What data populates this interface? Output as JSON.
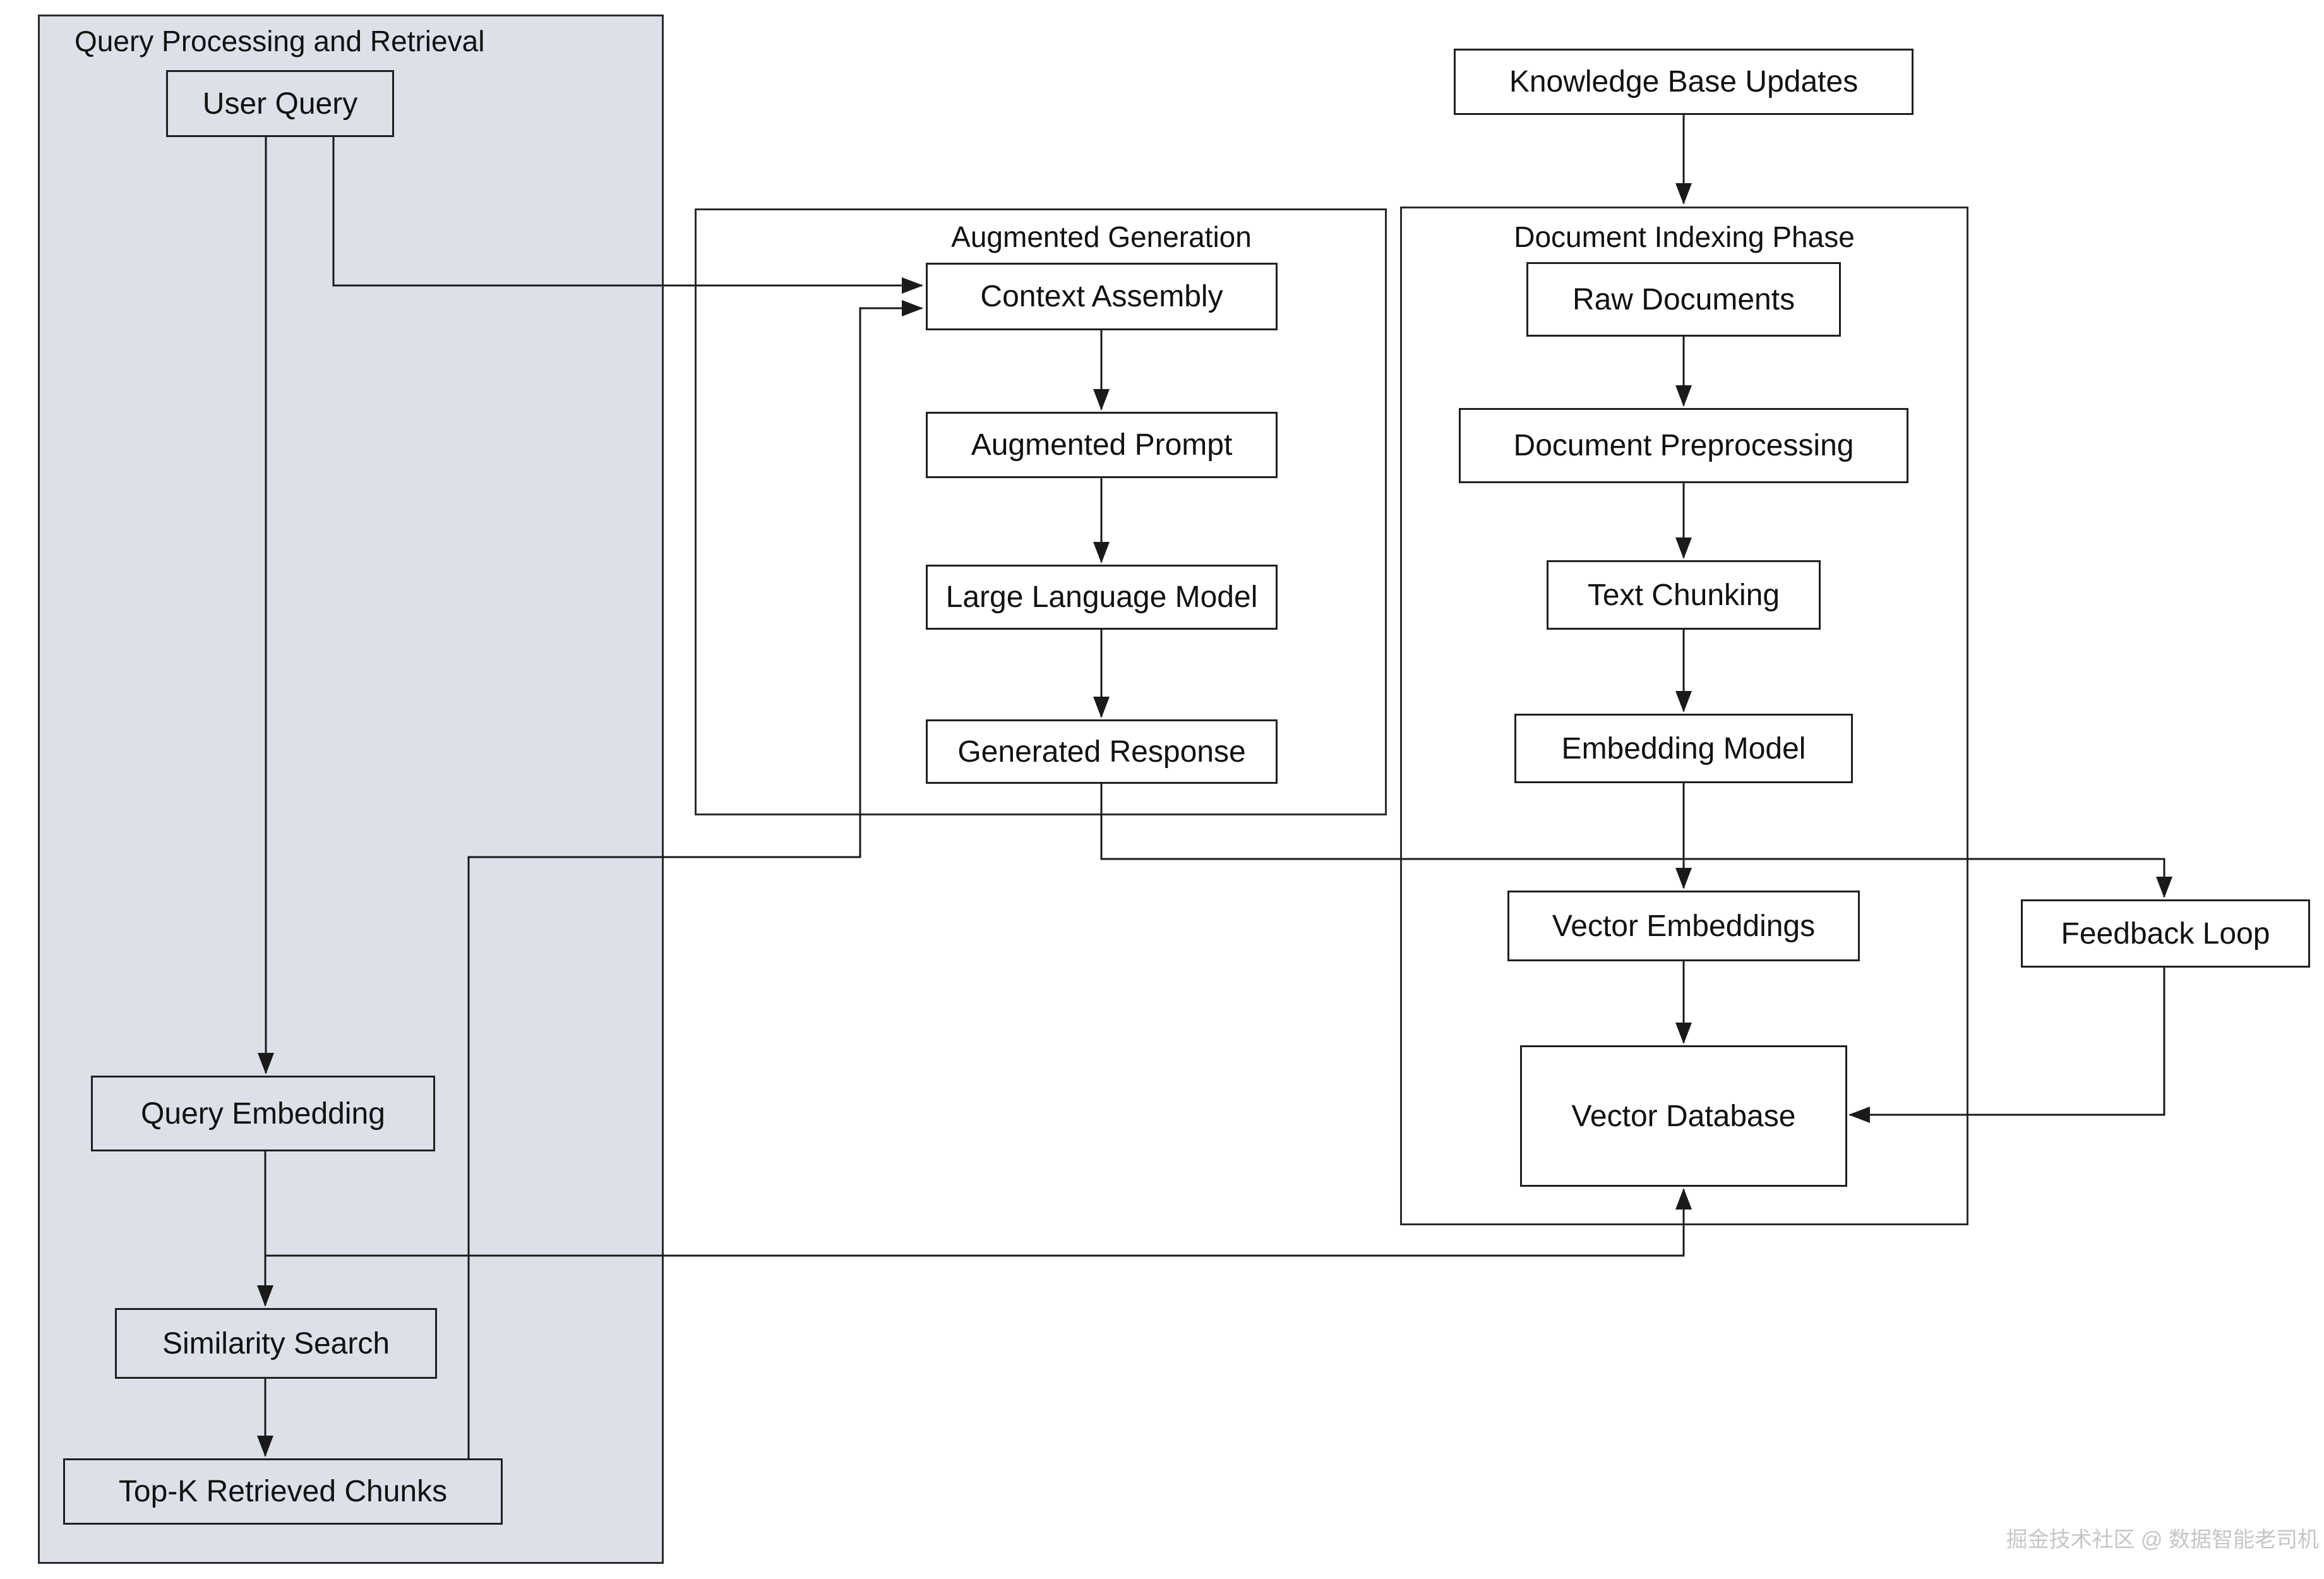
{
  "panels": {
    "query_processing": {
      "title": "Query Processing and Retrieval"
    },
    "augmented_generation": {
      "title": "Augmented Generation"
    },
    "document_indexing": {
      "title": "Document Indexing Phase"
    }
  },
  "nodes": {
    "user_query": "User Query",
    "query_embedding": "Query Embedding",
    "similarity_search": "Similarity Search",
    "topk_retrieved_chunks": "Top-K Retrieved Chunks",
    "context_assembly": "Context Assembly",
    "augmented_prompt": "Augmented Prompt",
    "large_language_model": "Large Language Model",
    "generated_response": "Generated Response",
    "knowledge_base_updates": "Knowledge Base Updates",
    "raw_documents": "Raw Documents",
    "document_preprocessing": "Document Preprocessing",
    "text_chunking": "Text Chunking",
    "embedding_model": "Embedding Model",
    "vector_embeddings": "Vector Embeddings",
    "vector_database": "Vector Database",
    "feedback_loop": "Feedback Loop"
  },
  "edges": [
    {
      "from": "user_query",
      "to": "query_embedding"
    },
    {
      "from": "user_query",
      "to": "context_assembly"
    },
    {
      "from": "topk_retrieved_chunks",
      "to": "context_assembly"
    },
    {
      "from": "context_assembly",
      "to": "augmented_prompt"
    },
    {
      "from": "augmented_prompt",
      "to": "large_language_model"
    },
    {
      "from": "large_language_model",
      "to": "generated_response"
    },
    {
      "from": "generated_response",
      "to": "feedback_loop"
    },
    {
      "from": "feedback_loop",
      "to": "vector_database"
    },
    {
      "from": "knowledge_base_updates",
      "to": "document_indexing"
    },
    {
      "from": "raw_documents",
      "to": "document_preprocessing"
    },
    {
      "from": "document_preprocessing",
      "to": "text_chunking"
    },
    {
      "from": "text_chunking",
      "to": "embedding_model"
    },
    {
      "from": "embedding_model",
      "to": "vector_embeddings"
    },
    {
      "from": "vector_embeddings",
      "to": "vector_database"
    },
    {
      "from": "query_embedding",
      "to": "similarity_search"
    },
    {
      "from": "query_embedding",
      "to": "vector_database"
    },
    {
      "from": "similarity_search",
      "to": "topk_retrieved_chunks"
    }
  ],
  "watermark": "掘金技术社区 @ 数据智能老司机",
  "colors": {
    "panel_fill": "#dce1e9",
    "line": "#1a1a1a",
    "box_fill": "#ffffff",
    "text": "#111111",
    "watermark": "#c6c6c6"
  }
}
